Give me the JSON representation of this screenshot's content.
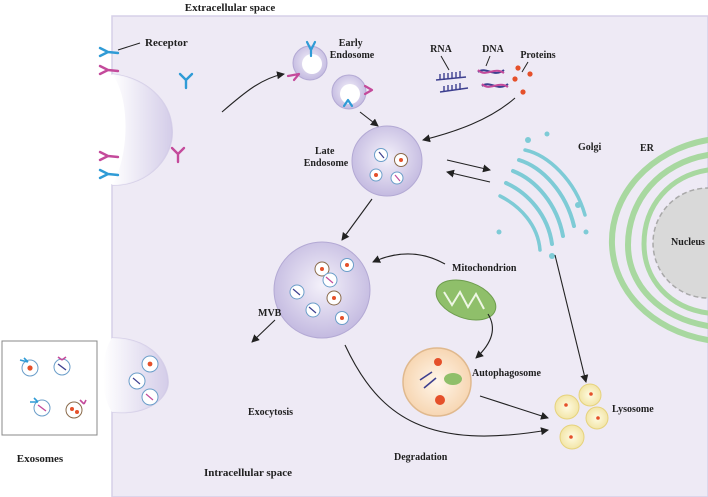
{
  "labels": {
    "extracellular": "Extracellular space",
    "intracellular": "Intracellular space",
    "receptor": "Receptor",
    "early_endosome_1": "Early",
    "early_endosome_2": "Endosome",
    "rna": "RNA",
    "dna": "DNA",
    "proteins": "Proteins",
    "late_endosome_1": "Late",
    "late_endosome_2": "Endosome",
    "golgi": "Golgi",
    "er": "ER",
    "nucleus": "Nucleus",
    "mvb": "MVB",
    "mitochondrion": "Mitochondrion",
    "autophagosome": "Autophagosome",
    "lysosome": "Lysosome",
    "exocytosis": "Exocytosis",
    "degradation": "Degradation",
    "exosomes": "Exosomes"
  },
  "colors": {
    "cytoplasm": "#eeeaf5",
    "cell_edge": "#d6d0e8",
    "vesicle": "#c9c1e2",
    "vesicle_edge": "#b3a9d4",
    "receptor_blue": "#2f9bd6",
    "receptor_magenta": "#c44a9b",
    "golgi": "#7ecbd6",
    "er": "#a8d8a0",
    "nucleus": "#d9d9d9",
    "mitochondrion": "#8fbf6a",
    "autophagosome": "#fbe3c8",
    "lysosome": "#f6edb8",
    "cargo_red": "#e5502a",
    "arrow": "#222222"
  }
}
